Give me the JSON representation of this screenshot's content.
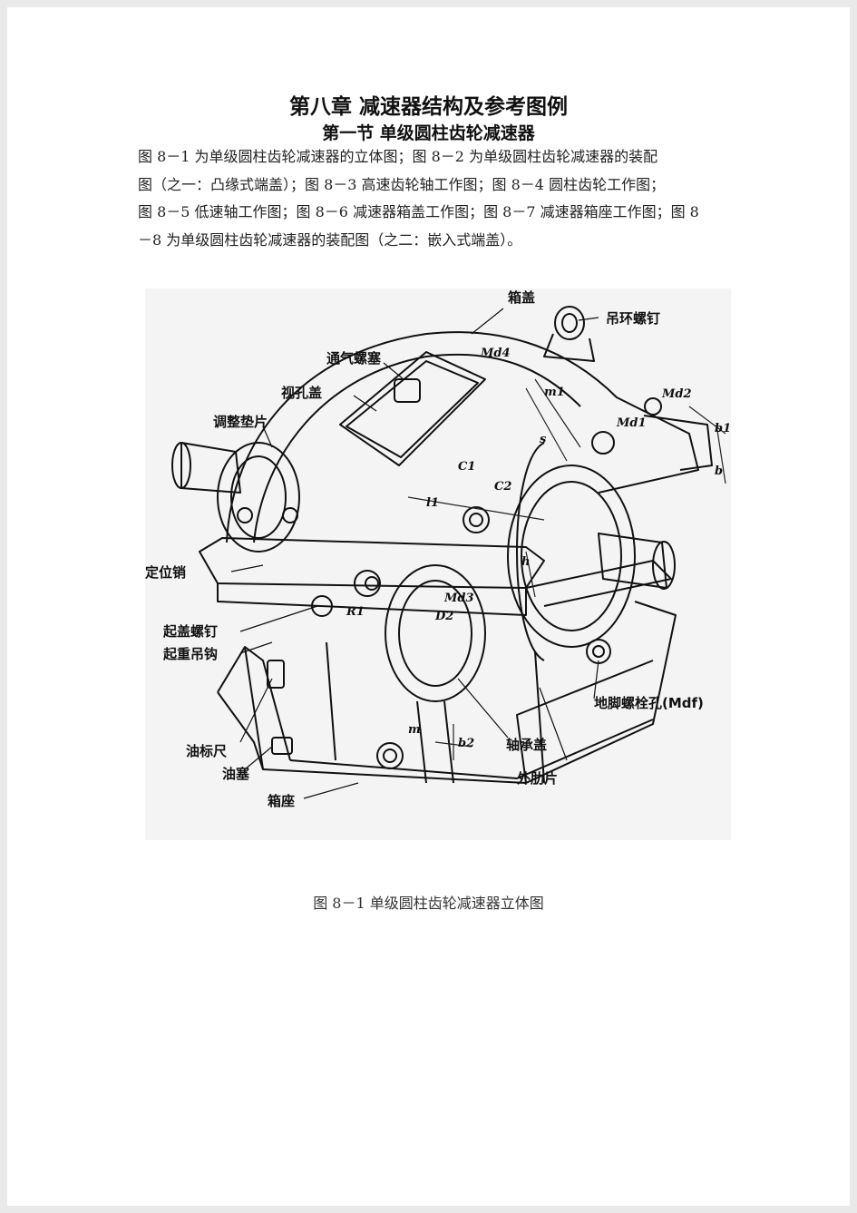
{
  "doc": {
    "title": "第八章  减速器结构及参考图例",
    "subtitle": "第一节 单级圆柱齿轮减速器",
    "paragraph_lines": [
      "图 8－1 为单级圆柱齿轮减速器的立体图；图 8－2 为单级圆柱齿轮减速器的装配",
      "图（之一：凸缘式端盖）；图 8－3  高速齿轮轴工作图；图  8－4  圆柱齿轮工作图；",
      "图 8－5  低速轴工作图；图 8－6  减速器箱盖工作图；图 8－7  减速器箱座工作图；图 8",
      "－8 为单级圆柱齿轮减速器的装配图（之二：嵌入式端盖）。"
    ],
    "caption": "图 8－1  单级圆柱齿轮减速器立体图"
  },
  "figure_labels": {
    "xianggai": "箱盖",
    "diaohuan": "吊环螺钉",
    "tongqi": "通气螺塞",
    "md4": "Md4",
    "md2": "Md2",
    "shikong": "视孔盖",
    "tiaozheng": "调整垫片",
    "md1": "Md1",
    "dingwei": "定位销",
    "md3": "Md3",
    "d2": "D2",
    "r1": "R1",
    "qigai": "起盖螺钉",
    "qizhong": "起重吊钩",
    "youbiao": "油标尺",
    "yousai": "油塞",
    "xiangzuo": "箱座",
    "zhoucheng": "轴承盖",
    "waileipian": "外肋片",
    "dijiao": "地脚螺栓孔(Mdf)",
    "m1": "m1",
    "m": "m",
    "c1": "C1",
    "c2": "C2",
    "l1": "l1",
    "h": "h",
    "s": "s",
    "b1": "b1",
    "b": "b",
    "b2": "b2"
  }
}
